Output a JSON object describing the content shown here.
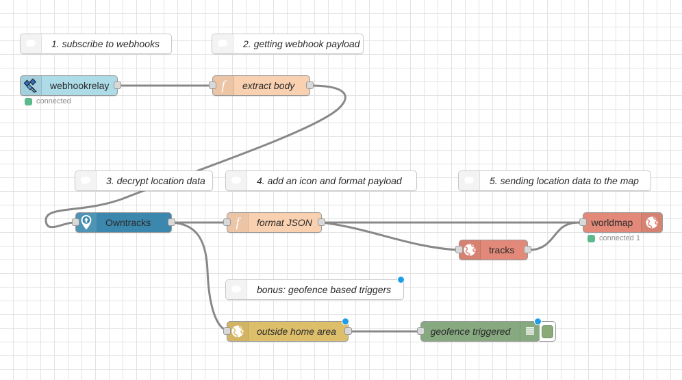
{
  "canvas": {
    "name": "node-red-flow-canvas",
    "grid_size": 20,
    "background": "#ffffff",
    "grid_color": "#e3e3e3",
    "wire_color": "#888888"
  },
  "colors": {
    "webhookrelay": "#addbe8",
    "function": "#f9d0b0",
    "owntracks": "#3b87ad",
    "worldmap": "#e2897a",
    "tracks": "#e2897a",
    "geofence": "#ddbe6a",
    "debug": "#87a980",
    "status_green": "#5bb98c",
    "changed_blue": "#1f9ee8"
  },
  "comments": [
    {
      "id": "comment-1",
      "text": "1. subscribe to webhooks",
      "icon": "speech-bubble-icon"
    },
    {
      "id": "comment-2",
      "text": "2. getting webhook payload",
      "icon": "speech-bubble-icon"
    },
    {
      "id": "comment-3",
      "text": "3. decrypt location data",
      "icon": "speech-bubble-icon"
    },
    {
      "id": "comment-4",
      "text": "4. add an icon and format payload",
      "icon": "speech-bubble-icon"
    },
    {
      "id": "comment-5",
      "text": "5. sending location data to the map",
      "icon": "speech-bubble-icon"
    },
    {
      "id": "comment-6",
      "text": "bonus: geofence based triggers",
      "icon": "speech-bubble-icon"
    }
  ],
  "nodes": [
    {
      "id": "webhookrelay",
      "label": "webhookrelay",
      "icon": "satellite-icon",
      "type": "webhookrelay",
      "status": {
        "text": "connected",
        "color": "#5bb98c"
      },
      "has_input": false,
      "has_output": true,
      "changed": false
    },
    {
      "id": "extract-body",
      "label": "extract body",
      "icon": "function-icon",
      "type": "function",
      "has_input": true,
      "has_output": true,
      "changed": false
    },
    {
      "id": "owntracks",
      "label": "Owntracks",
      "icon": "location-pin-icon",
      "type": "owntracks",
      "has_input": true,
      "has_output": true,
      "changed": false
    },
    {
      "id": "format-json",
      "label": "format JSON",
      "icon": "function-icon",
      "type": "function",
      "has_input": true,
      "has_output": true,
      "changed": false
    },
    {
      "id": "tracks",
      "label": "tracks",
      "icon": "globe-icon",
      "type": "worldmap",
      "has_input": true,
      "has_output": true,
      "changed": false
    },
    {
      "id": "worldmap",
      "label": "worldmap",
      "icon": "globe-icon",
      "icon_side": "right",
      "type": "worldmap",
      "status": {
        "text": "connected 1",
        "color": "#5bb98c"
      },
      "has_input": true,
      "has_output": false,
      "changed": false
    },
    {
      "id": "outside-home-area",
      "label": "outside home area",
      "icon": "globe-icon",
      "type": "geofence",
      "has_input": true,
      "has_output": true,
      "changed": true
    },
    {
      "id": "geofence-triggered",
      "label": "geofence triggered",
      "icon": "debug-lines-icon",
      "type": "debug",
      "has_input": true,
      "has_output": false,
      "changed": true,
      "debug_enabled": true
    }
  ],
  "wires": [
    {
      "from": "webhookrelay",
      "to": "extract-body"
    },
    {
      "from": "extract-body",
      "to": "owntracks"
    },
    {
      "from": "owntracks",
      "to": "format-json"
    },
    {
      "from": "owntracks",
      "to": "outside-home-area"
    },
    {
      "from": "format-json",
      "to": "worldmap"
    },
    {
      "from": "format-json",
      "to": "tracks"
    },
    {
      "from": "tracks",
      "to": "worldmap"
    },
    {
      "from": "outside-home-area",
      "to": "geofence-triggered"
    }
  ]
}
